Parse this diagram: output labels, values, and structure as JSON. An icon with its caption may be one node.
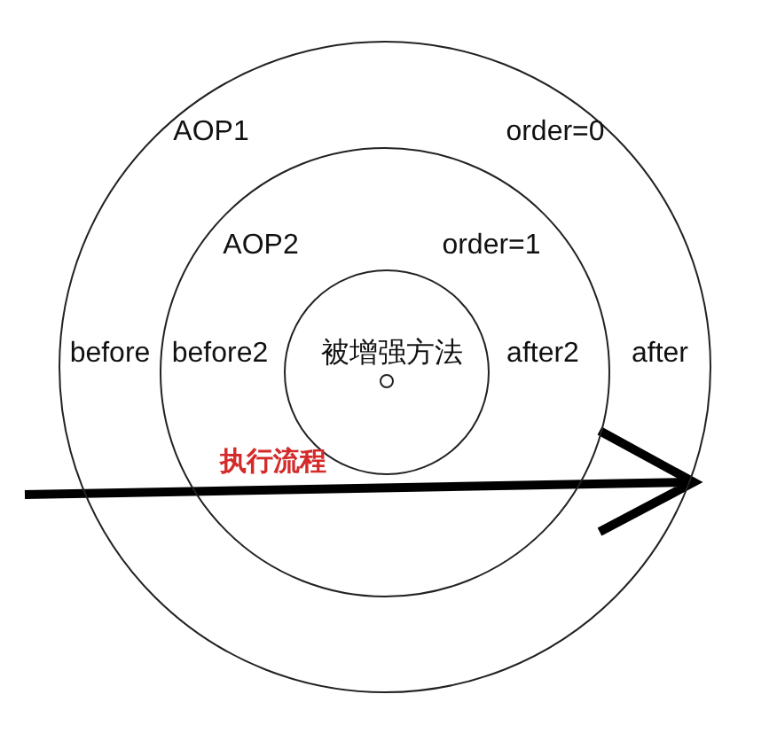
{
  "diagram": {
    "nodes": [
      {
        "text": [
          "AOP1",
          "order=0",
          "before",
          "after"
        ]
      },
      {
        "text": [
          "AOP2",
          "order=1",
          "before2",
          "after2"
        ],
        "in": 0
      },
      {
        "text": [
          "被增强方法"
        ],
        "in": 1
      },
      {
        "text": [],
        "shape": "circle",
        "in": 2
      }
    ],
    "labels": [
      "执行流程"
    ]
  }
}
